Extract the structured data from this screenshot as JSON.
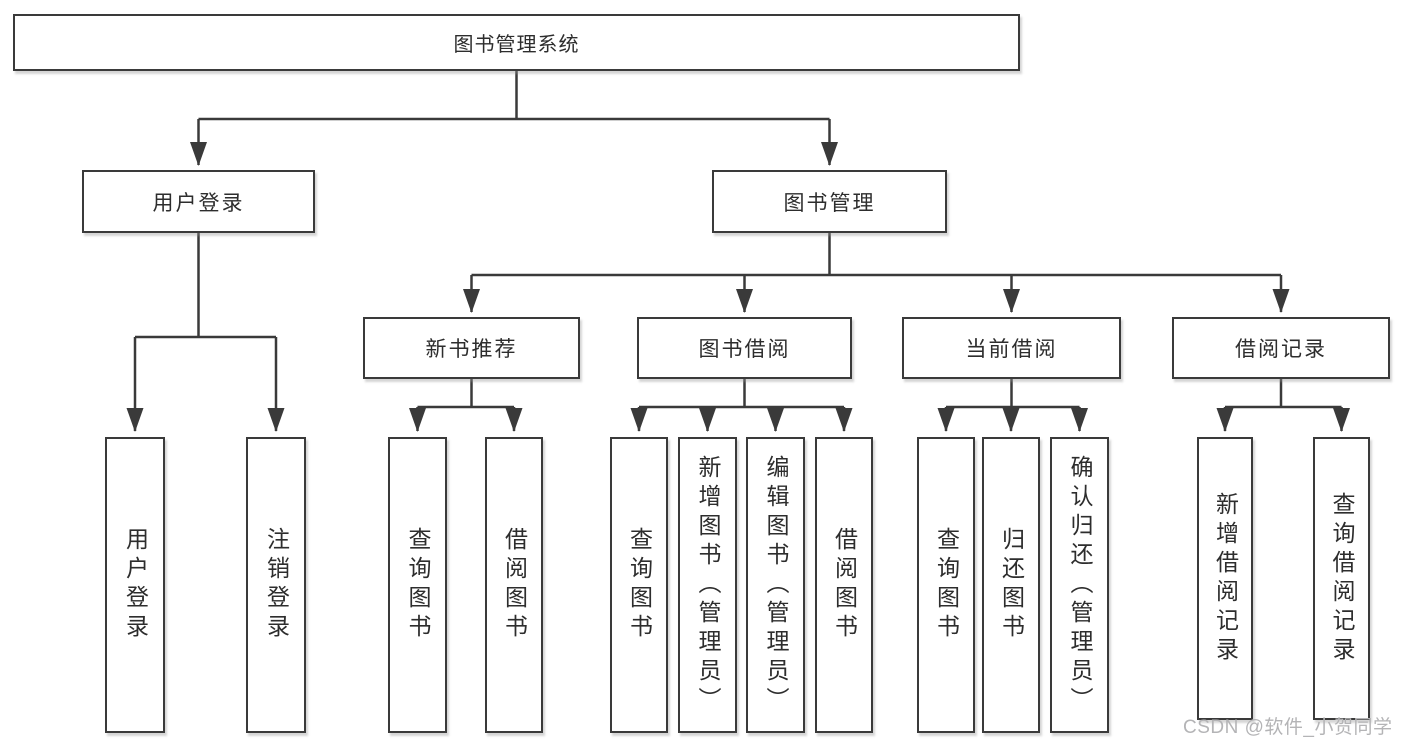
{
  "diagram": {
    "root": {
      "label": "图书管理系统"
    },
    "level2": {
      "user_login": "用户登录",
      "book_management": "图书管理"
    },
    "level3": {
      "new_book_recommend": "新书推荐",
      "book_borrow": "图书借阅",
      "current_borrow": "当前借阅",
      "borrow_records": "借阅记录"
    },
    "leaves": {
      "user_login": "用户登录",
      "logout": "注销登录",
      "recommend_query": "查询图书",
      "recommend_borrow": "借阅图书",
      "borrow_query": "查询图书",
      "borrow_add_admin": "新增图书（管理员）",
      "borrow_edit_admin": "编辑图书（管理员）",
      "borrow_borrow": "借阅图书",
      "current_query": "查询图书",
      "current_return": "归还图书",
      "current_confirm_admin": "确认归还（管理员）",
      "records_add": "新增借阅记录",
      "records_query": "查询借阅记录"
    }
  },
  "watermark": {
    "text": "CSDN @软件_小贺同学"
  },
  "colors": {
    "line": "#3a3a3a",
    "text": "#2d2d2d",
    "watermark": "#b4b4b6",
    "background": "#ffffff"
  }
}
